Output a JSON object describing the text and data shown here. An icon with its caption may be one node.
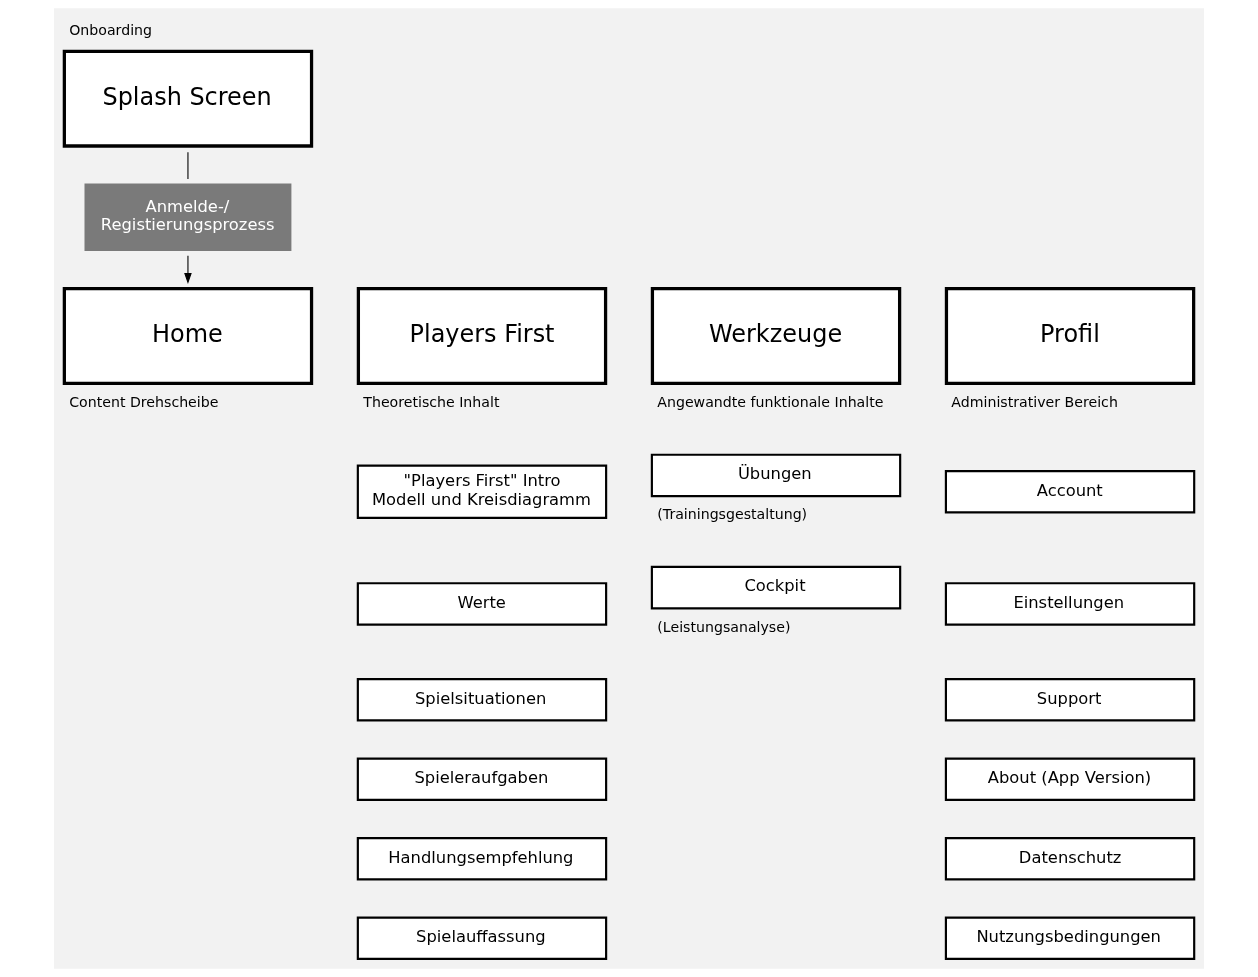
{
  "diagram": {
    "nodes": [
      {
        "text": [
          "Splash Screen"
        ],
        "beside": [
          "Onboarding"
        ]
      },
      {
        "text": [
          "Anmelde-/ Registierungsprozess"
        ]
      },
      {
        "text": [
          "Home"
        ],
        "beside": [
          "Content Drehscheibe"
        ]
      },
      {
        "text": [
          "Players First"
        ],
        "beside": [
          "Theoretische Inhalt"
        ]
      },
      {
        "text": [
          "Werkzeuge"
        ],
        "beside": [
          "Angewandte funktionale Inhalte"
        ]
      },
      {
        "text": [
          "Profil"
        ],
        "beside": [
          "Administrativer Bereich"
        ]
      },
      {
        "text": [
          "\"Players First\" Intro Modell und Kreisdiagramm"
        ]
      },
      {
        "text": [
          "Werte"
        ]
      },
      {
        "text": [
          "Spielsituationen"
        ]
      },
      {
        "text": [
          "Spieleraufgaben"
        ]
      },
      {
        "text": [
          "Handlungsempfehlung"
        ]
      },
      {
        "text": [
          "Spielauffassung"
        ]
      },
      {
        "text": [
          "Übungen"
        ],
        "beside": [
          "(Trainingsgestaltung)"
        ]
      },
      {
        "text": [
          "Cockpit"
        ],
        "beside": [
          "(Leistungsanalyse)"
        ]
      },
      {
        "text": [
          "Account"
        ]
      },
      {
        "text": [
          "Einstellungen"
        ]
      },
      {
        "text": [
          "Support"
        ]
      },
      {
        "text": [
          "About (App Version)"
        ]
      },
      {
        "text": [
          "Datenschutz"
        ]
      },
      {
        "text": [
          "Nutzungsbedingungen"
        ]
      }
    ],
    "edges": [
      {
        "from": 0,
        "to": 1,
        "arrow": "none"
      },
      {
        "from": 1,
        "to": 2,
        "arrow": "to"
      }
    ]
  }
}
